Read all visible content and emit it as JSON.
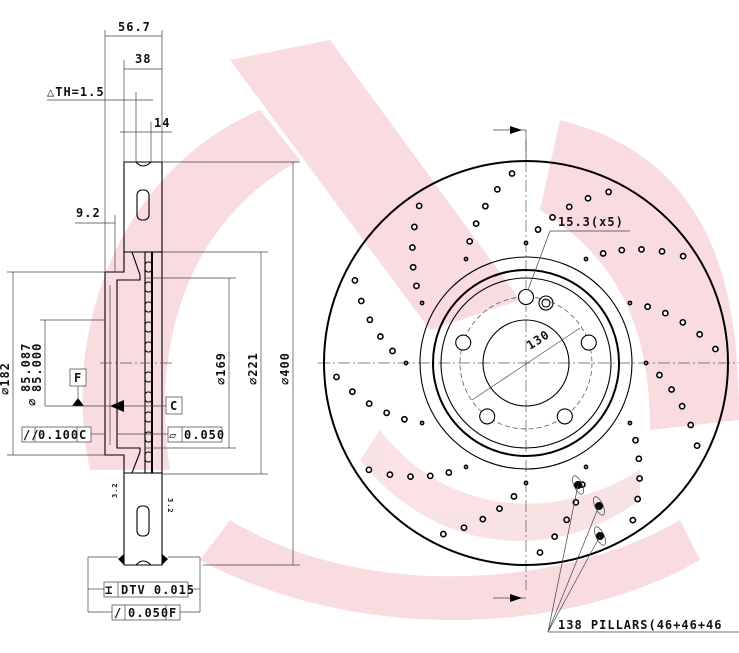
{
  "colors": {
    "watermark": "#f6cfd4",
    "line": "#000000"
  },
  "dimensions": {
    "overall_width": "56.7",
    "disc_thickness": "38",
    "hat_thickness_tol": "△TH=1.5",
    "vane": "14",
    "hat_offset": "9.2",
    "d182": "⌀182",
    "d85_upper": "85.087",
    "d85_lower": "85.000",
    "d85_symbol": "⌀",
    "d169": "⌀169",
    "d221": "⌀221",
    "d400": "⌀400",
    "bolt_hole": "15.3(x5)",
    "pcd": "130"
  },
  "datums": {
    "f": "F",
    "c": "C"
  },
  "tolerances": {
    "parallelism": {
      "symbol": "//",
      "value": "0.100",
      "datum": "C"
    },
    "flatness": {
      "symbol": "▱",
      "value": "0.050"
    },
    "dtv": {
      "symbol": "⌶",
      "value": "DTV 0.015"
    },
    "runout": {
      "symbol": "/",
      "value": "0.050",
      "datum": "F"
    }
  },
  "surface_marks": [
    "3.2",
    "3.2"
  ],
  "pillars_note": "138 PILLARS(46+46+46"
}
